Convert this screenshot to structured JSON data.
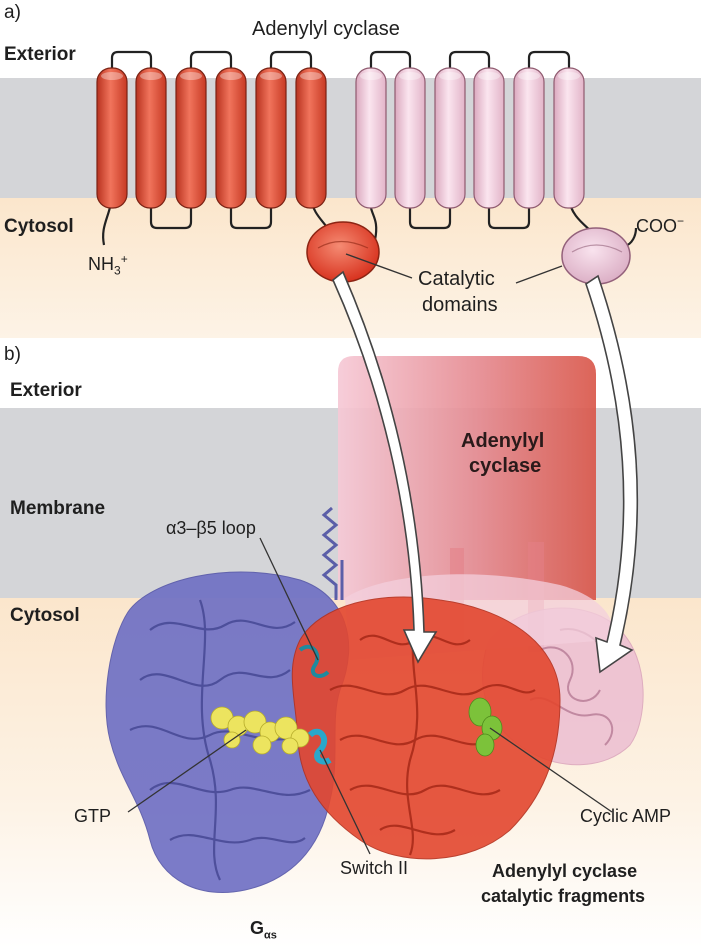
{
  "panel_a": {
    "letter": "a)",
    "title": "Adenylyl cyclase",
    "exterior": "Exterior",
    "cytosol": "Cytosol",
    "n_terminus": "NH",
    "n_sub": "3",
    "n_sup": "+",
    "c_terminus": "COO",
    "c_sup": "−",
    "catalytic_line1": "Catalytic",
    "catalytic_line2": "domains"
  },
  "panel_b": {
    "letter": "b)",
    "exterior": "Exterior",
    "membrane": "Membrane",
    "cytosol": "Cytosol",
    "adenylyl_line1": "Adenylyl",
    "adenylyl_line2": "cyclase",
    "loop": "α3–β5 loop",
    "gtp": "GTP",
    "switch": "Switch II",
    "camp": "Cyclic AMP",
    "fragments_line1": "Adenylyl cyclase",
    "fragments_line2": "catalytic fragments",
    "galpha_main": "G",
    "galpha_sub": "αs"
  },
  "colors": {
    "membrane": "#d4d5d8",
    "cytosol": "#fbe6cc",
    "helix_red": "#e04a33",
    "helix_pink": "#f1c6d8",
    "galpha_blue": "#6d6ec4",
    "catalytic_red": "#e3472f",
    "gtp_yellow": "#e9e25a",
    "camp_green": "#7cc23a",
    "switch_cyan": "#2aa7c9"
  }
}
